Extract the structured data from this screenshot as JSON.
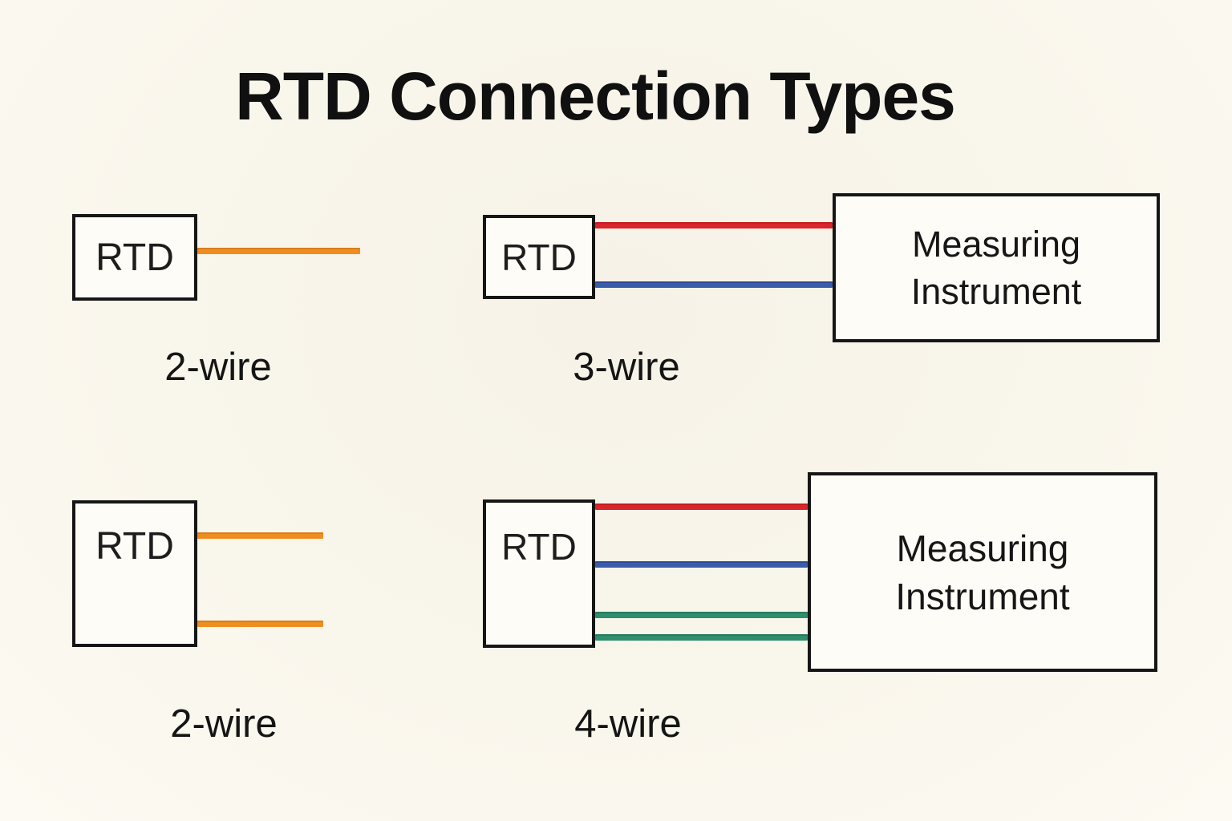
{
  "title": "RTD Connection Types",
  "colors": {
    "background": "#f9f6ec",
    "outline": "#161616",
    "text": "#161616",
    "wire_orange": "#ee8d20",
    "wire_red": "#d8262b",
    "wire_blue": "#3a5dab",
    "wire_green": "#2e8e6e"
  },
  "diagrams": {
    "top_left": {
      "device": "RTD",
      "caption": "2-wire",
      "wires": [
        "orange"
      ]
    },
    "top_right": {
      "device": "RTD",
      "caption": "3-wire",
      "instrument": "Measuring Instrument",
      "wires": [
        "red",
        "blue"
      ]
    },
    "bottom_left": {
      "device": "RTD",
      "caption": "2-wire",
      "wires": [
        "orange",
        "orange"
      ]
    },
    "bottom_right": {
      "device": "RTD",
      "caption": "4-wire",
      "instrument": "Measuring Instrument",
      "wires": [
        "red",
        "blue",
        "green",
        "green"
      ]
    }
  }
}
